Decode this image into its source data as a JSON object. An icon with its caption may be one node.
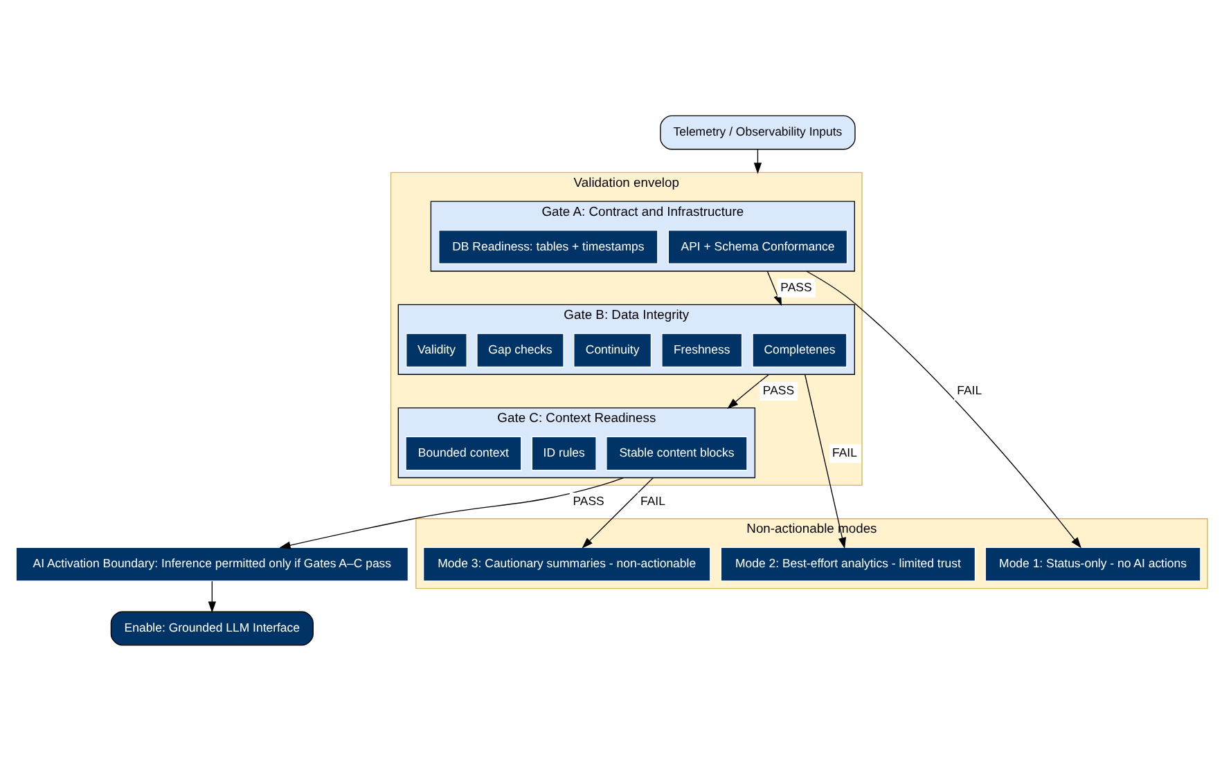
{
  "diagram": {
    "nodes": [
      {
        "text": [
          "Telemetry / Observability Inputs"
        ]
      },
      {
        "text": [
          "Validation envelop"
        ]
      },
      {
        "text": [
          "Gate A: Contract and Infrastructure"
        ],
        "in": 1
      },
      {
        "text": [
          "API + Schema Conformance"
        ],
        "in": 2
      },
      {
        "text": [
          "DB Readiness: tables + timestamps"
        ],
        "in": 2
      },
      {
        "text": [
          "Gate B: Data Integrity"
        ],
        "in": 1
      },
      {
        "text": [
          "Completenes"
        ],
        "in": 5
      },
      {
        "text": [
          "Freshness"
        ],
        "in": 5
      },
      {
        "text": [
          "Continuity"
        ],
        "in": 5
      },
      {
        "text": [
          "Gap checks"
        ],
        "in": 5
      },
      {
        "text": [
          "Validity"
        ],
        "in": 5
      },
      {
        "text": [
          "Gate C: Context Readiness"
        ],
        "in": 1
      },
      {
        "text": [
          "Stable content blocks"
        ],
        "in": 11
      },
      {
        "text": [
          "ID rules"
        ],
        "in": 11
      },
      {
        "text": [
          "Bounded context"
        ],
        "in": 11
      },
      {
        "text": [
          "Non-actionable modes"
        ]
      },
      {
        "text": [
          "Mode 1: Status-only - no AI actions"
        ],
        "in": 15
      },
      {
        "text": [
          "Mode 2: Best-effort analytics - limited trust"
        ],
        "in": 15
      },
      {
        "text": [
          "Mode 3: Cautionary summaries - non-actionable"
        ],
        "in": 15
      },
      {
        "text": [
          "AI Activation Boundary: Inference permitted only if Gates A–C pass"
        ]
      },
      {
        "text": [
          "Enable: Grounded LLM Interface"
        ]
      }
    ],
    "edges": [
      {
        "from": 0,
        "to": 1,
        "arrow": "to"
      },
      {
        "from": 2,
        "to": 5,
        "arrow": "to",
        "label": "PASS"
      },
      {
        "from": 5,
        "to": 11,
        "arrow": "to",
        "label": "PASS"
      },
      {
        "from": 11,
        "to": 19,
        "arrow": "to",
        "label": "PASS"
      },
      {
        "from": 2,
        "to": 16,
        "arrow": "to",
        "label": "FAIL"
      },
      {
        "from": 5,
        "to": 17,
        "arrow": "to",
        "label": "FAIL"
      },
      {
        "from": 11,
        "to": 18,
        "arrow": "to",
        "label": "FAIL"
      },
      {
        "from": 19,
        "to": 20,
        "arrow": "to"
      }
    ]
  }
}
